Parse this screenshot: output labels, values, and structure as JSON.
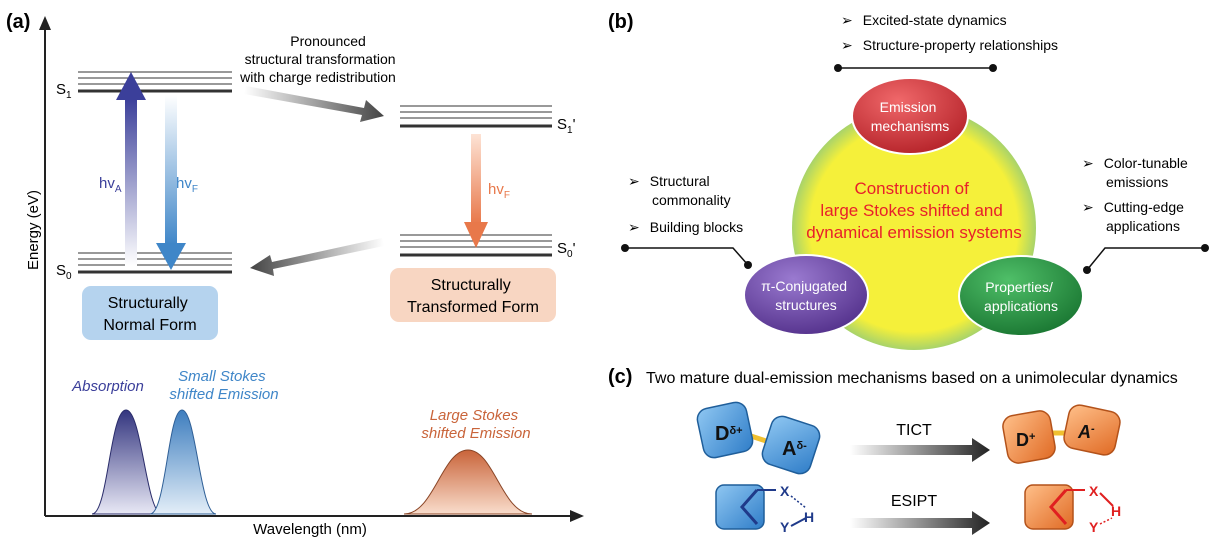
{
  "panel_a": {
    "tag": "(a)",
    "y_axis_label": "Energy (eV)",
    "x_axis_label": "Wavelength (nm)",
    "s1": "S",
    "s1_sub": "1",
    "s0": "S",
    "s0_sub": "0",
    "s1p": "S",
    "s1p_sub": "1",
    "s1p_prime": "'",
    "s0p": "S",
    "s0p_sub": "0",
    "s0p_prime": "'",
    "hv_a": "hv",
    "hv_a_sub": "A",
    "hv_f": "hv",
    "hv_f_sub": "F",
    "hv_f2": "hv",
    "hv_f2_sub": "F",
    "transform_text": [
      "Pronounced",
      "structural transformation",
      "with charge redistribution"
    ],
    "normal_form": [
      "Structurally",
      "Normal Form"
    ],
    "transformed_form": [
      "Structurally",
      "Transformed Form"
    ],
    "absorption": "Absorption",
    "small_stokes": [
      "Small Stokes",
      "shifted Emission"
    ],
    "large_stokes": [
      "Large Stokes",
      "shifted Emission"
    ],
    "colors": {
      "blue_dark": "#3b3f9a",
      "blue": "#3f86c8",
      "orange": "#e8784a",
      "normal_box": "#b5d3ee",
      "transformed_box": "#f8d6c2"
    }
  },
  "panel_b": {
    "tag": "(b)",
    "top_bullets": [
      "Excited-state dynamics",
      "Structure-property relationships"
    ],
    "left_bullets": [
      [
        "Structural",
        "commonality"
      ],
      [
        "Building blocks"
      ]
    ],
    "right_bullets": [
      [
        "Color-tunable",
        "emissions"
      ],
      [
        "Cutting-edge",
        "applications"
      ]
    ],
    "center_text": [
      "Construction of",
      "large Stokes shifted and",
      "dynamical emission systems"
    ],
    "emission_mechanisms": [
      "Emission",
      "mechanisms"
    ],
    "pi_structures": [
      "π-Conjugated",
      "structures"
    ],
    "properties": [
      "Properties/",
      "applications"
    ],
    "bullet_glyph": "➢",
    "colors": {
      "center": "#f5f03a",
      "red": "#c9252c",
      "purple": "#6b3fa0",
      "green": "#1e8a3c",
      "center_text": "#e8202a"
    }
  },
  "panel_c": {
    "tag": "(c)",
    "title": "Two mature dual-emission mechanisms based on a unimolecular dynamics",
    "tict_label": "TICT",
    "esipt_label": "ESIPT",
    "d_delta": "D",
    "d_delta_sup": "δ+",
    "a_delta": "A",
    "a_delta_sup": "δ-",
    "d_plus": "D",
    "d_plus_sup": "+",
    "a_minus": "A",
    "a_minus_sup": "-",
    "x": "X",
    "y": "Y",
    "h": "H",
    "colors": {
      "blue": "#3f8fd6",
      "orange": "#f08a3c"
    }
  }
}
